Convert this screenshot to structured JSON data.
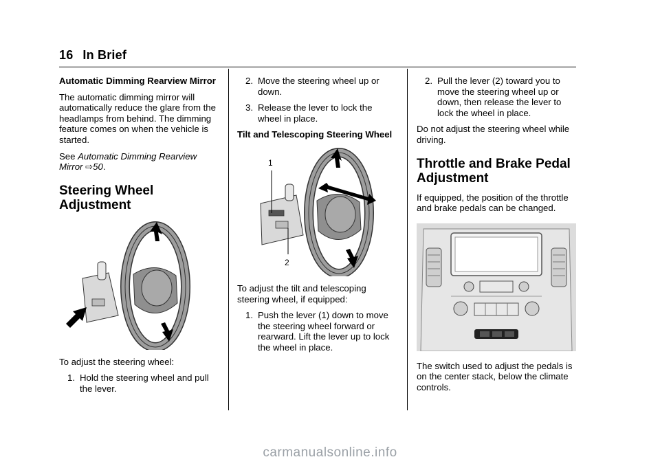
{
  "header": {
    "page_number": "16",
    "title": "In Brief"
  },
  "col1": {
    "subheading": "Automatic Dimming Rearview Mirror",
    "para1": "The automatic dimming mirror will automatically reduce the glare from the headlamps from behind. The dimming feature comes on when the vehicle is started.",
    "see_prefix": "See ",
    "see_ref": "Automatic Dimming Rearview Mirror",
    "see_arrow": "⇨",
    "see_page": "50",
    "see_suffix": ".",
    "section_title": "Steering Wheel Adjustment",
    "intro": "To adjust the steering wheel:",
    "steps": [
      {
        "num": "1.",
        "text": "Hold the steering wheel and pull the lever."
      }
    ]
  },
  "col2": {
    "steps": [
      {
        "num": "2.",
        "text": "Move the steering wheel up or down."
      },
      {
        "num": "3.",
        "text": "Release the lever to lock the wheel in place."
      }
    ],
    "subheading": "Tilt and Telescoping Steering Wheel",
    "callout1": "1",
    "callout2": "2",
    "intro": "To adjust the tilt and telescoping steering wheel, if equipped:",
    "steps2": [
      {
        "num": "1.",
        "text": "Push the lever (1) down to move the steering wheel forward or rearward. Lift the lever up to lock the wheel in place."
      }
    ]
  },
  "col3": {
    "steps": [
      {
        "num": "2.",
        "text": "Pull the lever (2) toward you to move the steering wheel up or down, then release the lever to lock the wheel in place."
      }
    ],
    "para1": "Do not adjust the steering wheel while driving.",
    "section_title": "Throttle and Brake Pedal Adjustment",
    "para2": "If equipped, the position of the throttle and brake pedals can be changed.",
    "para3": "The switch used to adjust the pedals is on the center stack, below the climate controls."
  },
  "watermark": "carmanualsonline.info"
}
